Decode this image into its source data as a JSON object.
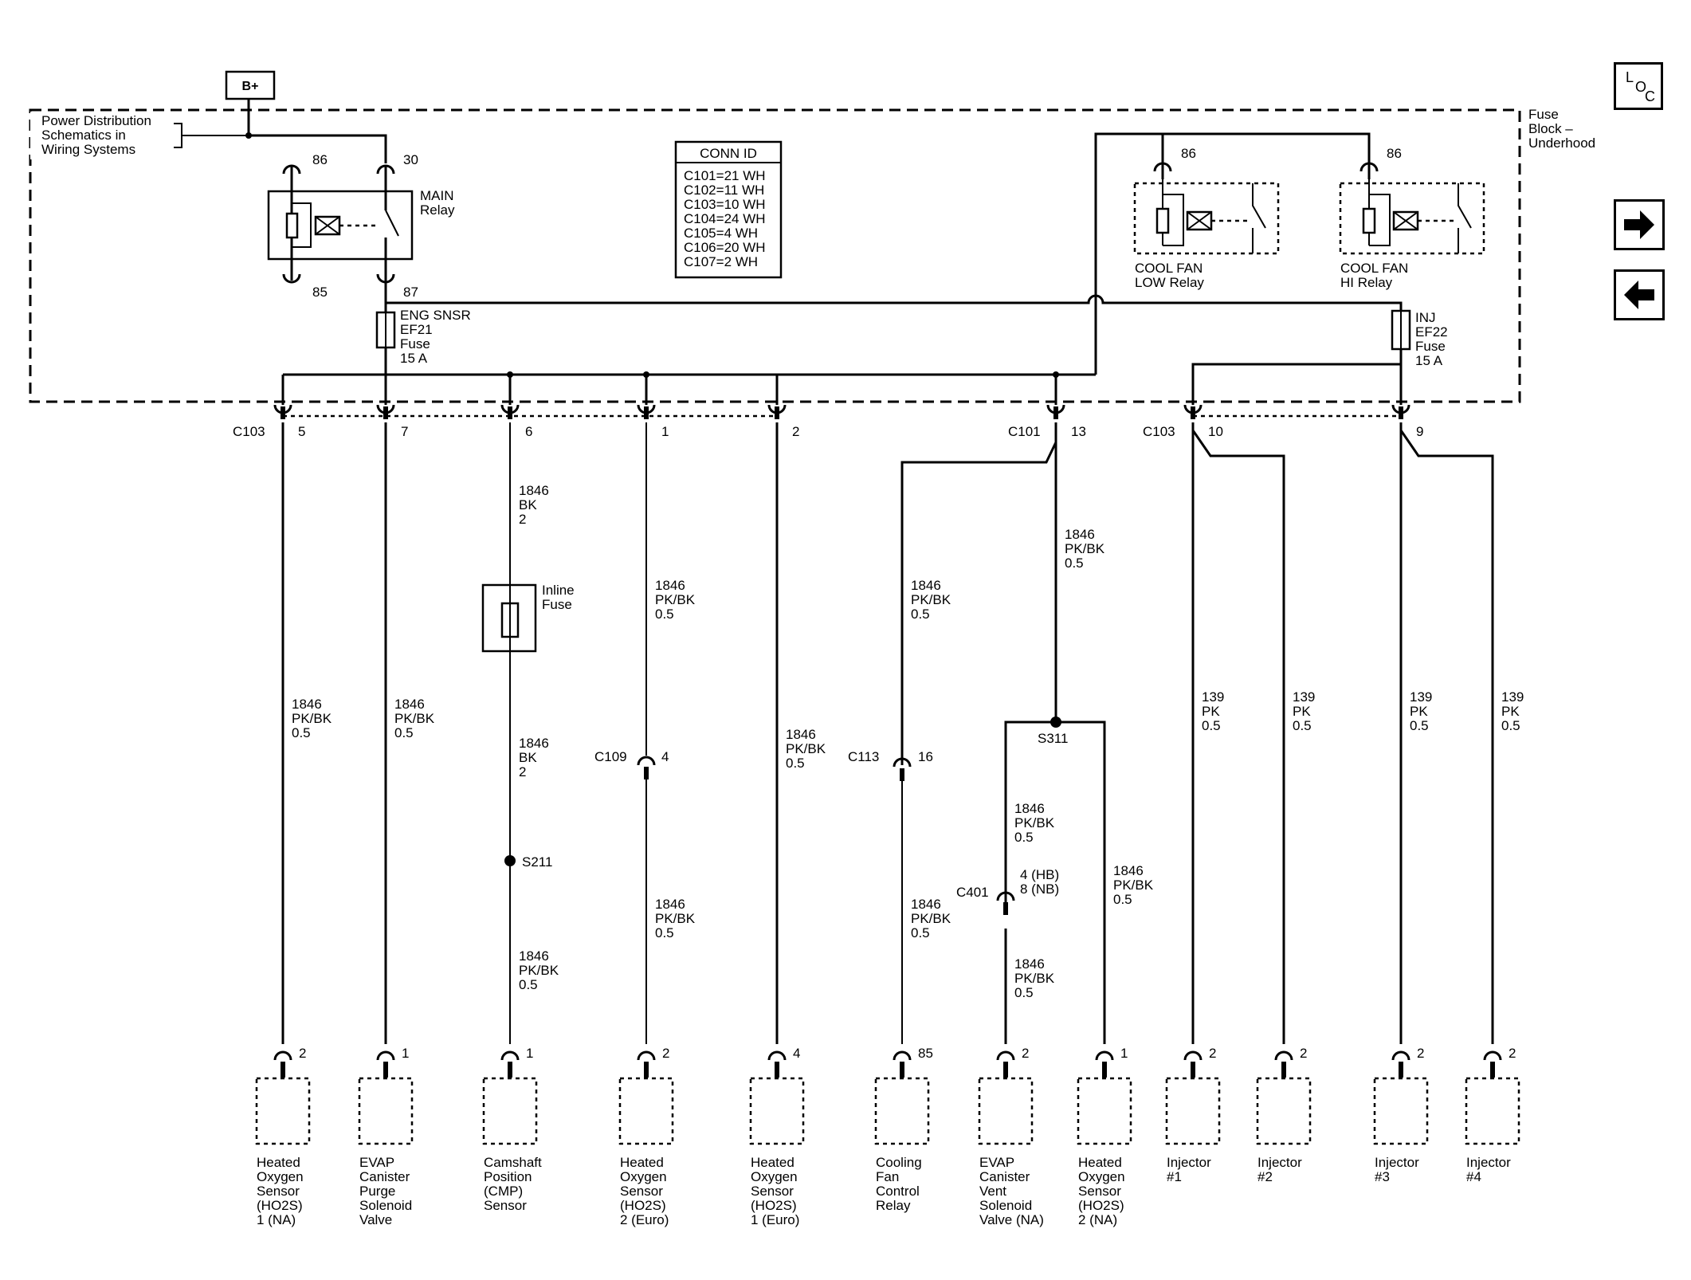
{
  "battery_label": "B+",
  "loc_button": {
    "l": "L",
    "o": "O",
    "c": "C"
  },
  "power_dist_note": [
    "Power Distribution",
    "Schematics in",
    "Wiring Systems"
  ],
  "fuse_block_label": [
    "Fuse",
    "Block –",
    "Underhood"
  ],
  "conn_id": {
    "title": "CONN ID",
    "rows": [
      "C101=21 WH",
      "C102=11 WH",
      "C103=10 WH",
      "C104=24 WH",
      "C105=4 WH",
      "C106=20 WH",
      "C107=2 WH"
    ]
  },
  "main_relay": {
    "name": [
      "MAIN",
      "Relay"
    ],
    "pins": {
      "p86": "86",
      "p30": "30",
      "p85": "85",
      "p87": "87"
    }
  },
  "cool_fan_low": {
    "name": [
      "COOL FAN",
      "LOW Relay"
    ],
    "pin": "86"
  },
  "cool_fan_hi": {
    "name": [
      "COOL FAN",
      "HI Relay"
    ],
    "pin": "86"
  },
  "fuse_ef21": [
    "ENG SNSR",
    "EF21",
    "Fuse",
    "15 A"
  ],
  "fuse_ef22": [
    "INJ",
    "EF22",
    "Fuse",
    "15 A"
  ],
  "connectors": {
    "c103_left": "C103",
    "c101": "C101",
    "c103_right": "C103",
    "c109": "C109",
    "c113": "C113",
    "c401": "C401",
    "s211": "S211",
    "s311": "S311"
  },
  "connector_pins": {
    "hos1": "5",
    "evap_purge": "7",
    "cmp": "6",
    "hos2_euro": "1",
    "hos1_euro": "2",
    "c101_13": "13",
    "inj_a": "10",
    "inj_b": "9",
    "c109_pin": "4",
    "c113_pin": "16",
    "c401_pin": [
      "4 (HB)",
      "8 (NB)"
    ]
  },
  "inline_fuse": [
    "Inline",
    "Fuse"
  ],
  "wires": {
    "pkbk": [
      "1846",
      "PK/BK",
      "0.5"
    ],
    "bk": [
      "1846",
      "BK",
      "2"
    ],
    "pk": [
      "139",
      "PK",
      "0.5"
    ]
  },
  "components": [
    {
      "pin": "2",
      "label": [
        "Heated",
        "Oxygen",
        "Sensor",
        "(HO2S)",
        "1 (NA)"
      ]
    },
    {
      "pin": "1",
      "label": [
        "EVAP",
        "Canister",
        "Purge",
        "Solenoid",
        "Valve"
      ]
    },
    {
      "pin": "1",
      "label": [
        "Camshaft",
        "Position",
        "(CMP)",
        "Sensor"
      ]
    },
    {
      "pin": "2",
      "label": [
        "Heated",
        "Oxygen",
        "Sensor",
        "(HO2S)",
        "2 (Euro)"
      ]
    },
    {
      "pin": "4",
      "label": [
        "Heated",
        "Oxygen",
        "Sensor",
        "(HO2S)",
        "1 (Euro)"
      ]
    },
    {
      "pin": "85",
      "label": [
        "Cooling",
        "Fan",
        "Control",
        "Relay"
      ]
    },
    {
      "pin": "2",
      "label": [
        "EVAP",
        "Canister",
        "Vent",
        "Solenoid",
        "Valve (NA)"
      ]
    },
    {
      "pin": "1",
      "label": [
        "Heated",
        "Oxygen",
        "Sensor",
        "(HO2S)",
        "2 (NA)"
      ]
    },
    {
      "pin": "2",
      "label": [
        "Injector",
        "#1"
      ]
    },
    {
      "pin": "2",
      "label": [
        "Injector",
        "#2"
      ]
    },
    {
      "pin": "2",
      "label": [
        "Injector",
        "#3"
      ]
    },
    {
      "pin": "2",
      "label": [
        "Injector",
        "#4"
      ]
    }
  ]
}
